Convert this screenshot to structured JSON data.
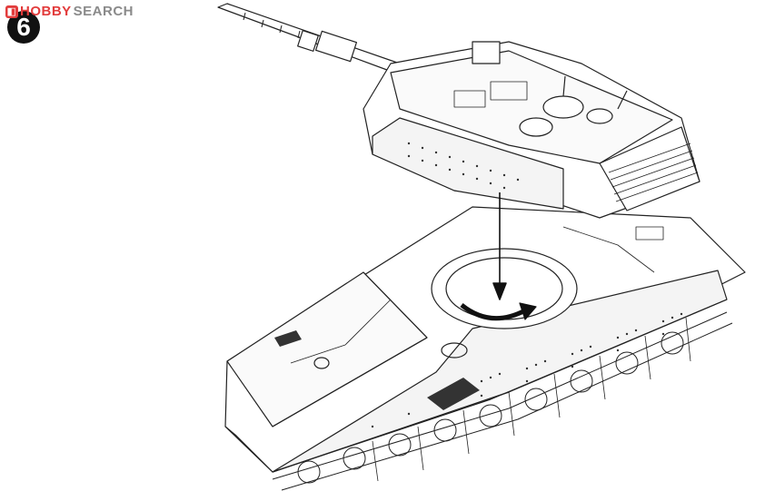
{
  "watermark": {
    "logo": "HOBBY",
    "word": "SEARCH",
    "brand_color": "#e23b3b"
  },
  "step": {
    "number": "6"
  },
  "illustration": {
    "subject": "tank-hull-turret-assembly",
    "icons": [
      "turret",
      "hull",
      "insert-arrow",
      "rotate-arrow"
    ]
  }
}
